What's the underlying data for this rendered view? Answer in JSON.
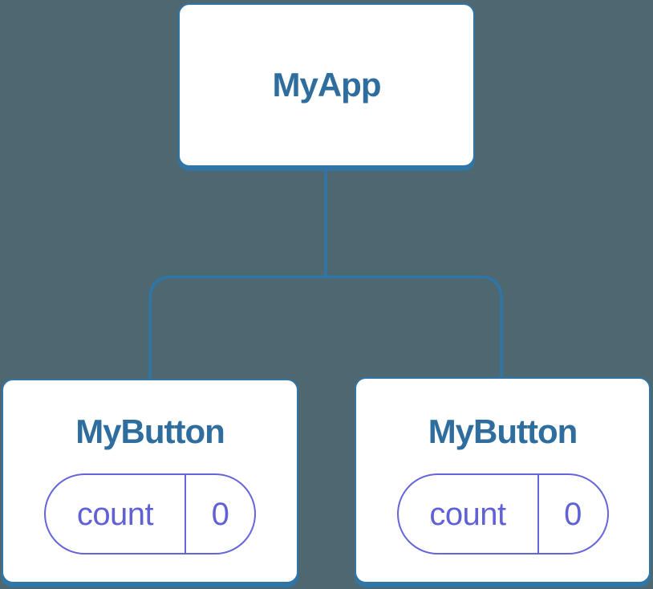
{
  "diagram": {
    "title": "component-state-tree",
    "colors": {
      "background": "#4D6871",
      "node_border_blue": "#3174A6",
      "node_title_blue": "#2E6D9D",
      "state_purple": "#6161D6",
      "state_border_purple": "#6565DB",
      "node_fill": "#FFFFFF"
    },
    "parent": {
      "label": "MyApp"
    },
    "children": [
      {
        "label": "MyButton",
        "state": {
          "key": "count",
          "value": "0"
        }
      },
      {
        "label": "MyButton",
        "state": {
          "key": "count",
          "value": "0"
        }
      }
    ]
  }
}
